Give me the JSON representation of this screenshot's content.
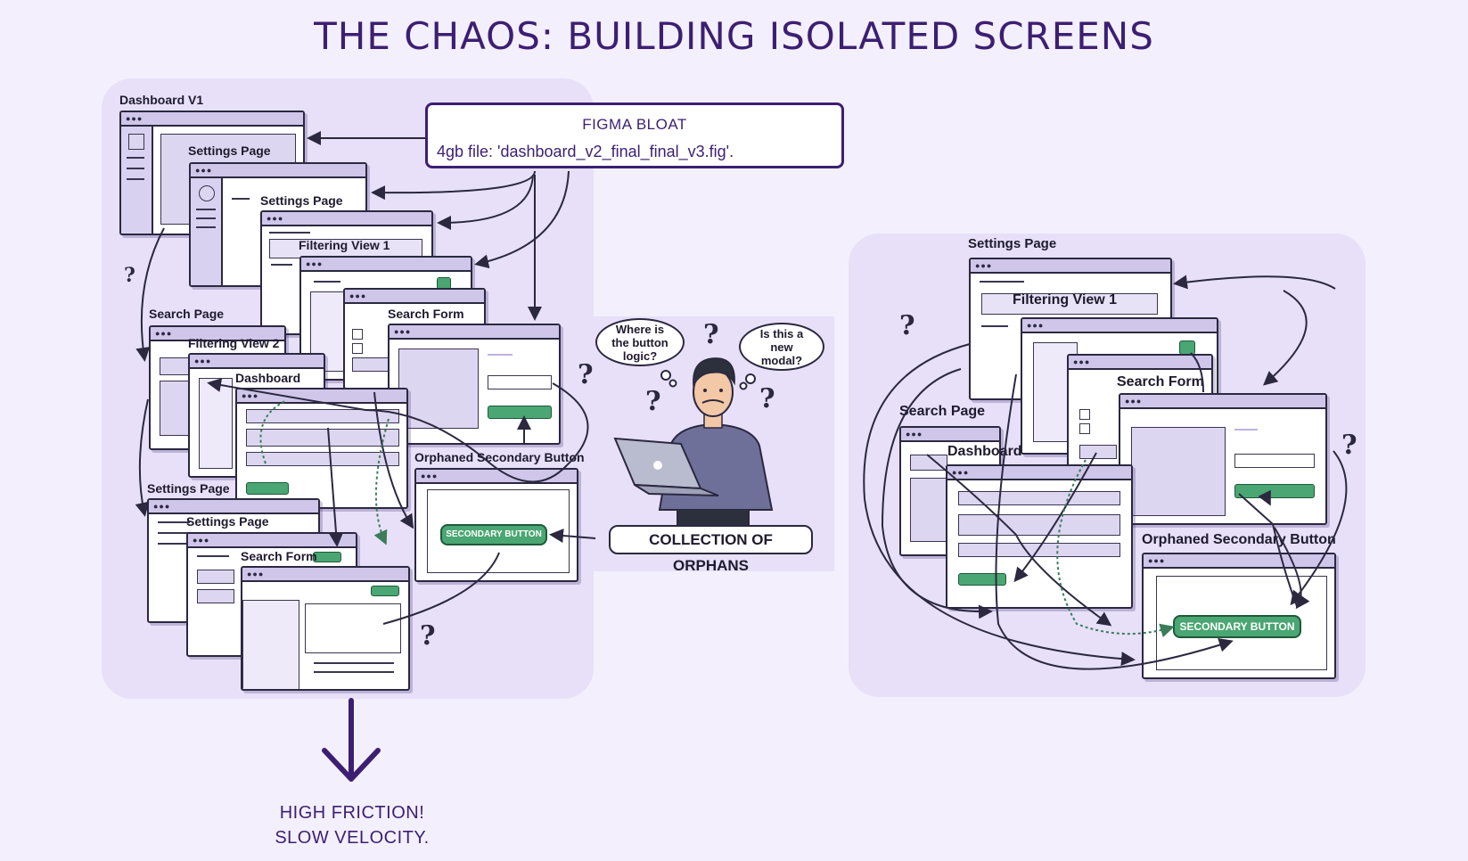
{
  "title": "THE CHAOS: BUILDING ISOLATED SCREENS",
  "callout": {
    "heading": "FIGMA BLOAT",
    "body": "4gb file: 'dashboard_v2_final_final_v3.fig'."
  },
  "left_labels": {
    "dashboard_v1": "Dashboard V1",
    "settings_1": "Settings Page",
    "settings_2": "Settings Page",
    "filtering_1": "Filtering View 1",
    "search_form_1": "Search Form",
    "search_page": "Search Page",
    "filtering_2": "Filtering View 2",
    "dashboard": "Dashboard",
    "orphaned": "Orphaned Secondary Button",
    "secondary_button": "SECONDARY BUTTON",
    "settings_3": "Settings Page",
    "settings_4": "Settings Page",
    "search_form_2": "Search Form"
  },
  "person": {
    "bubble_left": "Where is the button logic?",
    "bubble_right": "Is this a new modal?",
    "pill": "COLLECTION OF ORPHANS"
  },
  "right_labels": {
    "settings": "Settings Page",
    "filtering": "Filtering View 1",
    "search_form": "Search Form",
    "search_page": "Search Page",
    "dashboard": "Dashboard",
    "orphaned": "Orphaned Secondary Button",
    "secondary_button": "SECONDARY BUTTON"
  },
  "footer": {
    "line1": "HIGH FRICTION!",
    "line2": "SLOW VELOCITY."
  },
  "colors": {
    "background": "#f3effc",
    "panel": "#e7e0f8",
    "title": "#3c1f72",
    "accent_green": "#4aa672",
    "ink": "#2b2840"
  },
  "icons": [
    "question-mark-icon",
    "arrow-down-icon",
    "window-dots-icon",
    "laptop-icon"
  ]
}
